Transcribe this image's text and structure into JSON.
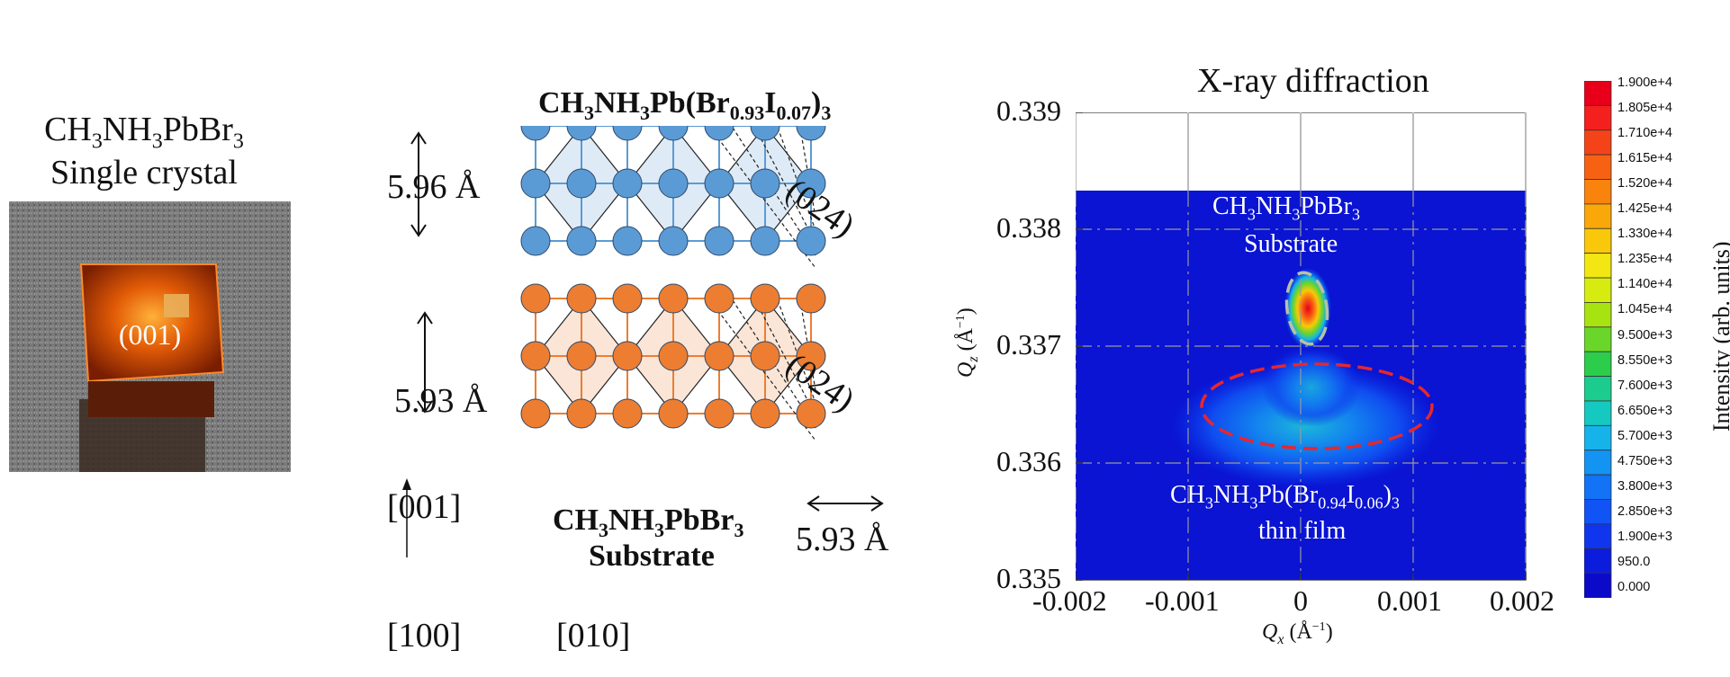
{
  "photo": {
    "title_line1": "CH3NH3PbBr3",
    "title_line2": "Single crystal",
    "face_label": "(001)"
  },
  "lattice": {
    "top_title": "CH3NH3Pb(Br0.93I0.07)3",
    "top_spacing_label": "5.96 Å",
    "top_plane_label": "(024)",
    "bottom_plane_label": "(024)",
    "bottom_spacing_label": "5.93 Å",
    "bottom_title_line1": "CH3NH3PbBr3",
    "bottom_title_line2": "Substrate",
    "horizontal_spacing_label": "5.93 Å",
    "axis_001": "[001]",
    "axis_100": "[100]",
    "axis_010": "[010]",
    "colors": {
      "top_atom": "#5b9bd5",
      "bottom_atom": "#ed7d31",
      "top_fill": "#deebf7",
      "bottom_fill": "#fbe5d6"
    }
  },
  "chart_data": {
    "type": "heatmap",
    "title": "X-ray diffraction",
    "xlabel": "Qx (Å−1)",
    "ylabel": "Qz (Å−1)",
    "colorbar_label": "Intensity (arb. units)",
    "x_ticks": [
      "-0.002",
      "-0.001",
      "0",
      "0.001",
      "0.002"
    ],
    "y_ticks": [
      "0.339",
      "0.338",
      "0.337",
      "0.336",
      "0.335"
    ],
    "xlim": [
      -0.002,
      0.002
    ],
    "ylim": [
      0.335,
      0.339
    ],
    "colorbar_ticks": [
      "1.900e+4",
      "1.805e+4",
      "1.710e+4",
      "1.615e+4",
      "1.520e+4",
      "1.425e+4",
      "1.330e+4",
      "1.235e+4",
      "1.140e+4",
      "1.045e+4",
      "9.500e+3",
      "8.550e+3",
      "7.600e+3",
      "6.650e+3",
      "5.700e+3",
      "4.750e+3",
      "3.800e+3",
      "2.850e+3",
      "1.900e+3",
      "950.0",
      "0.000"
    ],
    "colorbar_colors": [
      "#e8001a",
      "#f4201e",
      "#f54319",
      "#f76212",
      "#f8830d",
      "#f9a709",
      "#f9c80a",
      "#f2e712",
      "#d6ec10",
      "#a7e310",
      "#6ad62a",
      "#2ccd4a",
      "#1ccc8e",
      "#16c9c0",
      "#15b3ea",
      "#1393f2",
      "#1273f6",
      "#1154f5",
      "#0f36ee",
      "#0c1cdc",
      "#0a0ac8"
    ],
    "annotations": [
      {
        "label_line1": "CH3NH3PbBr3",
        "label_line2": "Substrate",
        "peak_qx": 0.0,
        "peak_qz": 0.3373
      },
      {
        "label_line1": "CH3NH3Pb(Br0.94I0.06)3",
        "label_line2": "thin film",
        "peak_qx": 0.0,
        "peak_qz": 0.3365
      }
    ]
  }
}
